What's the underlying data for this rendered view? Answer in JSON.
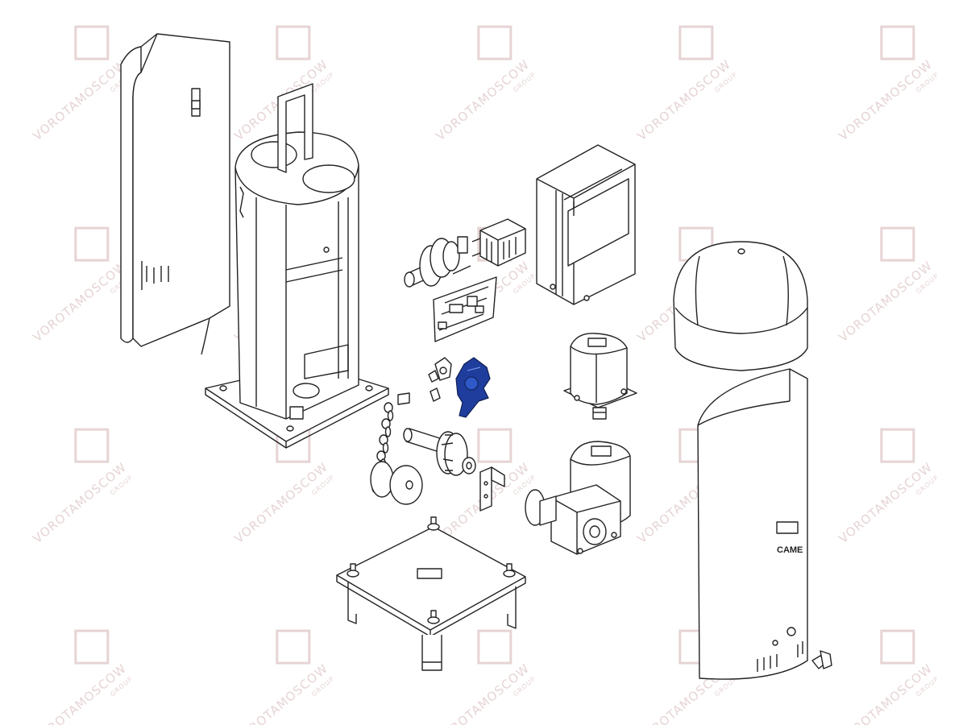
{
  "watermark": {
    "text": "VOROTAMOSCOW",
    "subtext": "GROUP"
  },
  "brand_label": "CAME",
  "colors": {
    "line": "#222222",
    "highlight": "#1f3d9c",
    "watermark": "#e6d4d4",
    "background": "#ffffff"
  },
  "parts": [
    "front-cover-panel",
    "cabinet-frame",
    "control-box",
    "transformer",
    "release-shaft",
    "control-board",
    "limit-cams",
    "highlighted-cam",
    "encoder-unit",
    "chain",
    "pulley",
    "gear-shaft",
    "bracket",
    "gearmotor",
    "dome-cap",
    "cabinet-housing",
    "lock-key",
    "anchor-plate"
  ]
}
